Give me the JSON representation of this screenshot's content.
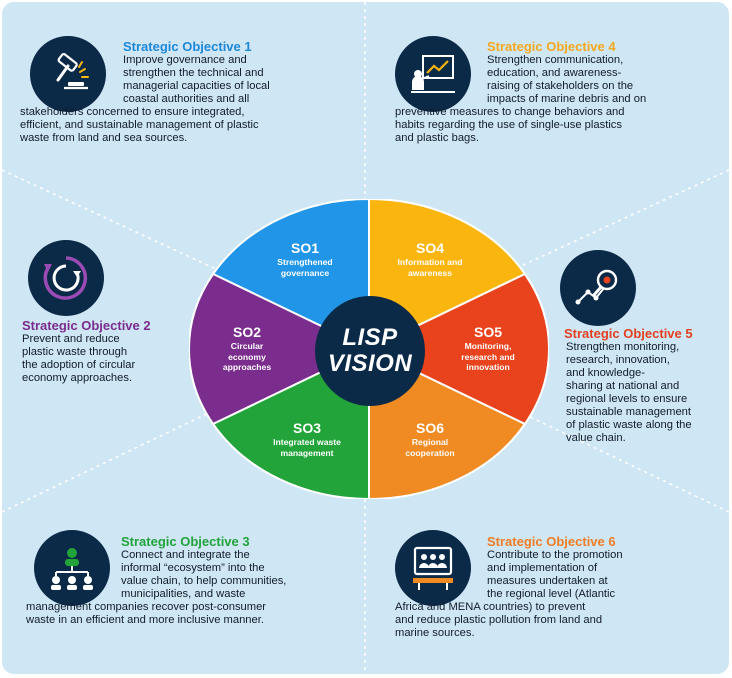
{
  "center": {
    "line1": "LISP",
    "line2": "VISION"
  },
  "segments": [
    {
      "code": "SO1",
      "name": "Strengthened governance",
      "color": "#2196e8"
    },
    {
      "code": "SO2",
      "name": "Circular economy approaches",
      "color": "#7b2d8e"
    },
    {
      "code": "SO3",
      "name": "Integrated waste management",
      "color": "#22a43a"
    },
    {
      "code": "SO4",
      "name": "Information and awareness",
      "color": "#fbb50f"
    },
    {
      "code": "SO5",
      "name": "Monitoring, research and innovation",
      "color": "#e8431d"
    },
    {
      "code": "SO6",
      "name": "Regional cooperation",
      "color": "#f08a22"
    }
  ],
  "objectives": {
    "o1": {
      "title": "Strategic Objective 1",
      "color": "#1e88d9",
      "icon": "gavel-icon",
      "lines": [
        "Improve governance and",
        "strengthen the technical and",
        "managerial capacities of local",
        "coastal authorities and all",
        "stakeholders concerned to ensure integrated,",
        "efficient, and sustainable management of plastic",
        "waste from land and sea sources."
      ]
    },
    "o2": {
      "title": "Strategic Objective 2",
      "color": "#7b2d8e",
      "icon": "circular-arrows-icon",
      "lines": [
        "Prevent and reduce",
        "plastic waste through",
        "the adoption of circular",
        "economy approaches."
      ]
    },
    "o3": {
      "title": "Strategic Objective 3",
      "color": "#22a43a",
      "icon": "network-people-icon",
      "lines": [
        "Connect and integrate the",
        "informal “ecosystem” into the",
        "value chain, to help communities,",
        "municipalities, and waste",
        "management companies recover post-consumer",
        "waste in an efficient and more inclusive manner."
      ]
    },
    "o4": {
      "title": "Strategic Objective 4",
      "color": "#f4a81c",
      "icon": "presentation-board-icon",
      "lines": [
        "Strengthen communication,",
        "education, and awareness-",
        "raising of stakeholders on the",
        "impacts of marine debris and on",
        "preventive measures to change behaviors and",
        "habits regarding the use of single-use plastics",
        "and plastic bags."
      ]
    },
    "o5": {
      "title": "Strategic Objective 5",
      "color": "#e2401f",
      "icon": "analytics-search-icon",
      "lines": [
        "Strengthen monitoring,",
        "research, innovation,",
        "and knowledge-",
        "sharing at national and",
        "regional levels to ensure",
        "sustainable management",
        "of plastic waste along the",
        "value chain."
      ]
    },
    "o6": {
      "title": "Strategic Objective 6",
      "color": "#ef7d22",
      "icon": "meeting-screen-icon",
      "lines": [
        "Contribute to the promotion",
        "and implementation of",
        "measures undertaken at",
        "the regional level (Atlantic",
        "Africa and MENA countries) to prevent",
        "and reduce plastic pollution from land and",
        "marine sources."
      ]
    }
  }
}
